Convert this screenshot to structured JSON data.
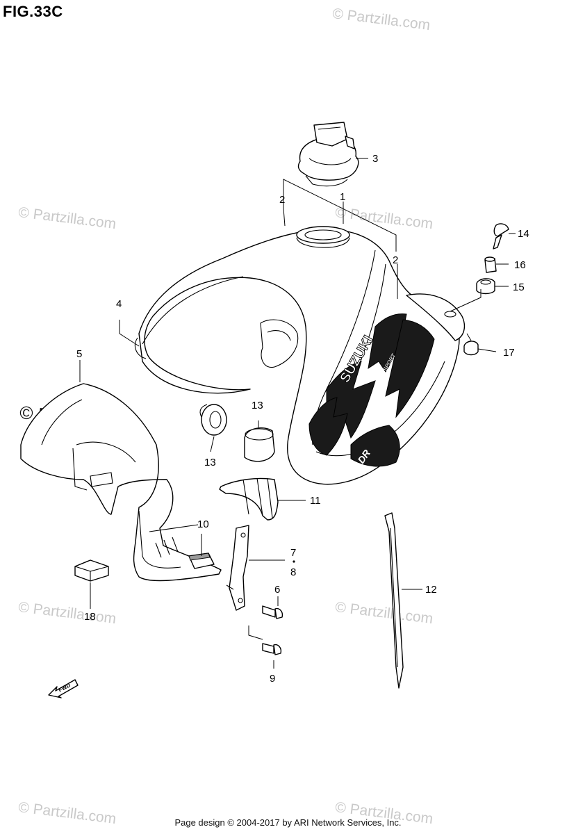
{
  "figure": {
    "title": "FIG.33C",
    "footer": "Page design © 2004-2017 by ARI Network Services, Inc."
  },
  "watermarks": {
    "light": "© Partzilla.com",
    "dark": "© Partzilla.com"
  },
  "decals": {
    "brand": "SUZUKI",
    "dual_sport": "DUAL SPORT",
    "model": "DR",
    "fwd": "FWD"
  },
  "callouts": {
    "p1": "1",
    "p2a": "2",
    "p2b": "2",
    "p3": "3",
    "p4": "4",
    "p5": "5",
    "p6": "6",
    "p7": "7",
    "p8": "8",
    "p9": "9",
    "p10": "10",
    "p11": "11",
    "p12": "12",
    "p13a": "13",
    "p13b": "13",
    "p14": "14",
    "p15": "15",
    "p16": "16",
    "p17": "17",
    "p18": "18"
  },
  "colors": {
    "ink": "#000000",
    "watermark": "#c9c9c9",
    "background": "#ffffff"
  }
}
